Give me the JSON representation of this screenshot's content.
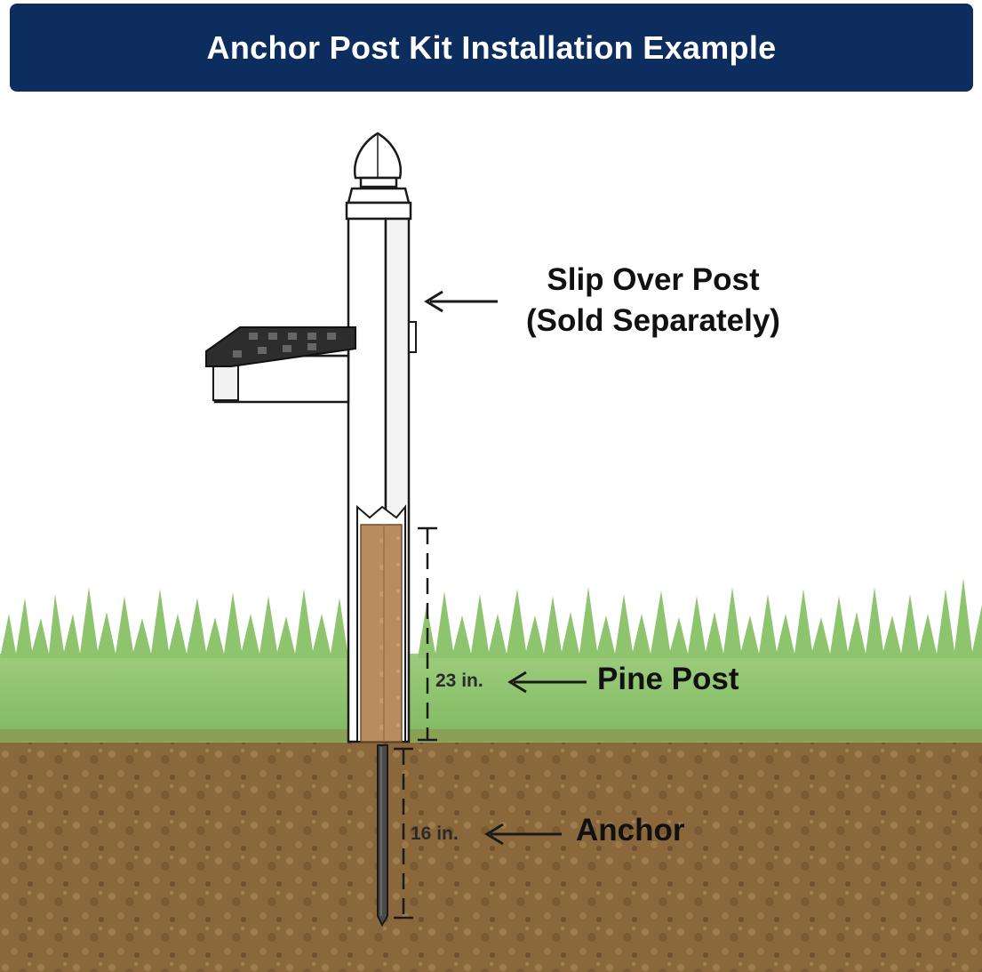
{
  "title": "Anchor Post Kit Installation Example",
  "callouts": {
    "slip_over_post_line1": "Slip Over Post",
    "slip_over_post_line2": "(Sold Separately)",
    "pine_post": "Pine Post",
    "anchor": "Anchor"
  },
  "dimensions": {
    "pine_post_length": "23 in.",
    "anchor_length": "16 in."
  },
  "colors": {
    "banner": "#0c2d5e",
    "grass": "#86bf66",
    "soil": "#8c6a3d",
    "pine": "#b78a5d",
    "post": "#ffffff",
    "outline": "#1a1a1a"
  }
}
